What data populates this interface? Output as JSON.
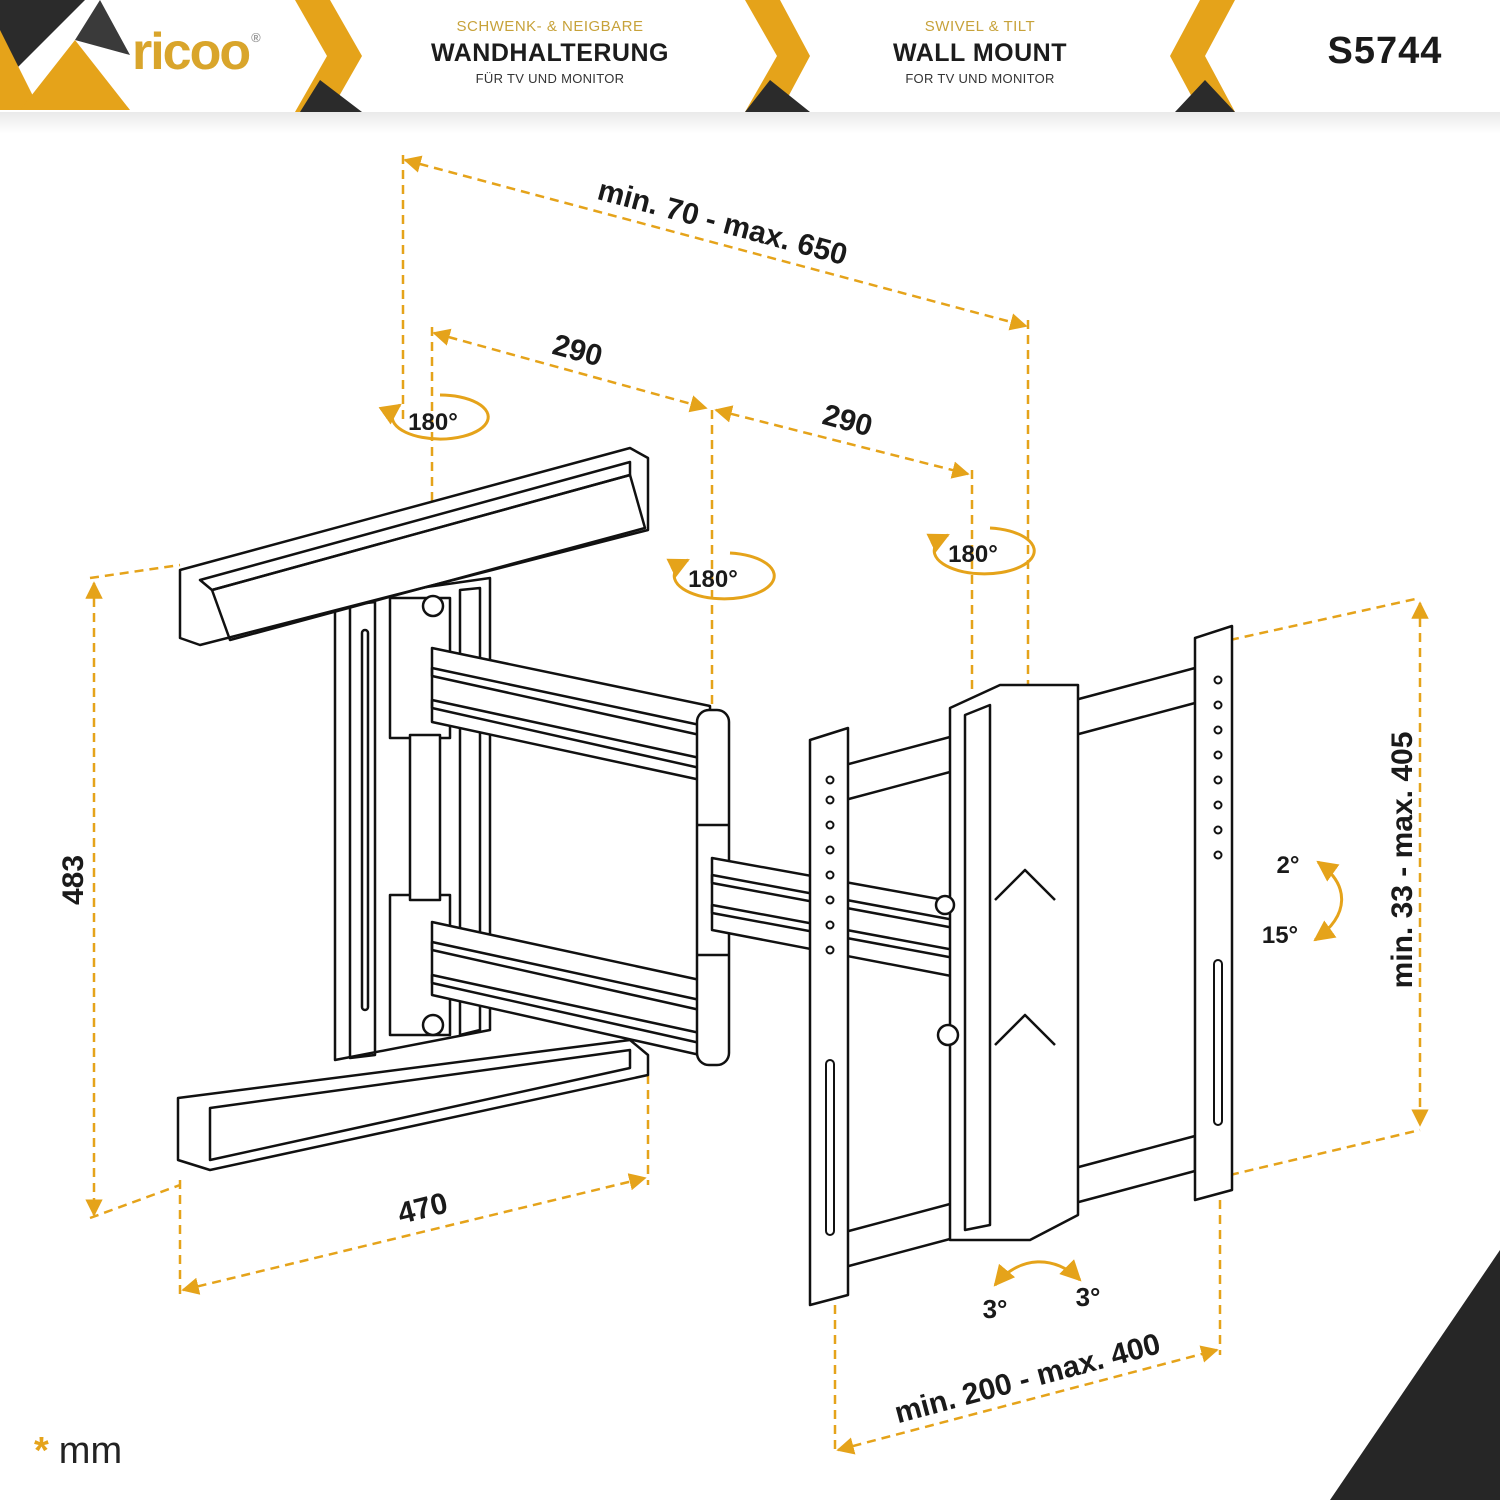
{
  "brand": {
    "logo_text": "ricoo",
    "registered": "®"
  },
  "header": {
    "de": {
      "subtitle": "SCHWENK- & NEIGBARE",
      "title": "WANDHALTERUNG",
      "caption": "FÜR TV UND MONITOR"
    },
    "en": {
      "subtitle": "SWIVEL & TILT",
      "title": "WALL MOUNT",
      "caption": "FOR TV UND MONITOR"
    },
    "model": "S5744"
  },
  "dimensions": {
    "total_depth": "min. 70 - max. 650",
    "arm_1": "290",
    "arm_2": "290",
    "wall_plate_height": "483",
    "wall_plate_width": "470",
    "vesa_vertical": "min. 33 - max. 405",
    "vesa_horizontal": "min. 200 - max. 400"
  },
  "rotation": {
    "pivot_wall": "180°",
    "pivot_middle": "180°",
    "pivot_head": "180°",
    "tilt_up": "2°",
    "tilt_down": "15°",
    "level_left": "3°",
    "level_right": "3°"
  },
  "unit": {
    "asterisk": "*",
    "label": "mm"
  },
  "colors": {
    "accent": "#e5a31a",
    "dark": "#1d1d1d",
    "line": "#111111"
  }
}
